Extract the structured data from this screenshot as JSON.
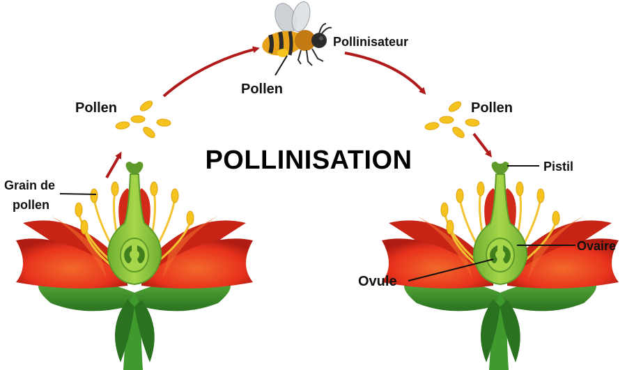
{
  "diagram": {
    "title": "POLLINISATION",
    "labels": {
      "pollen_left": "Pollen",
      "pollen_bee": "Pollen",
      "pollen_right": "Pollen",
      "pollinator": "Pollinisateur",
      "grain_line1": "Grain de",
      "grain_line2": "pollen",
      "pistil": "Pistil",
      "ovary": "Ovaire",
      "ovule": "Ovule"
    }
  },
  "colors": {
    "arrow": "#b11a1a",
    "petal": "#e8321d",
    "petal_dark": "#b01c12",
    "leaf": "#3f9a2e",
    "leaf_dark": "#2a7220",
    "pistil": "#8cc63f",
    "pistil_dark": "#5d9a2a",
    "stamen": "#f2c230",
    "pollen": "#f6c21e",
    "bee_body": "#e8a21a",
    "bee_stripe": "#2b2b2b"
  }
}
